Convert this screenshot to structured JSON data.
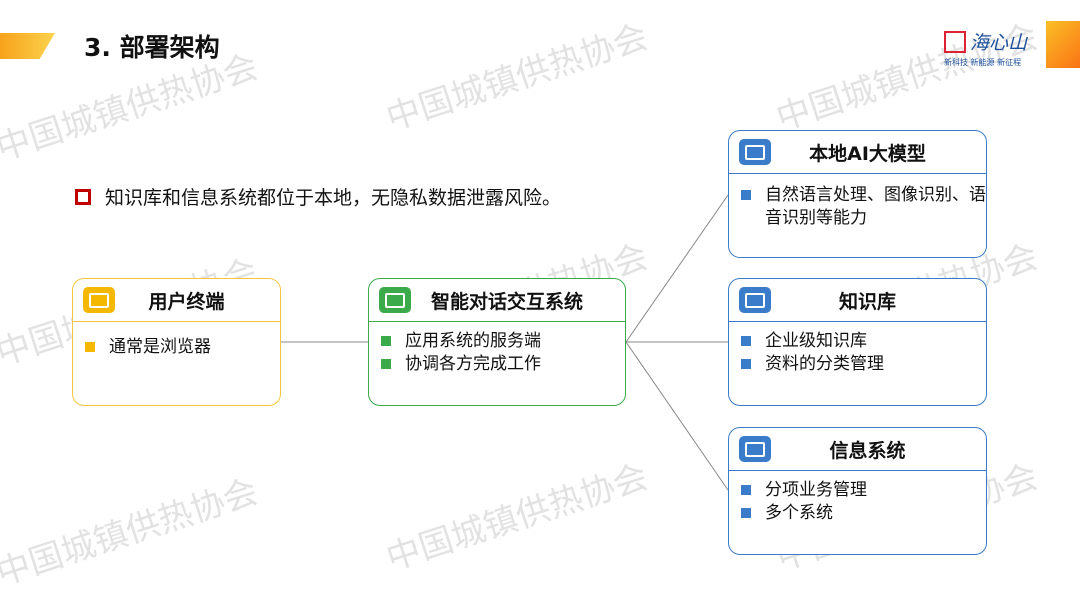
{
  "title": "3. 部署架构",
  "watermark": "中国城镇供热协会",
  "logo": {
    "name": "海心山",
    "slogan": "新科技 新能源 新征程"
  },
  "main_point": "知识库和信息系统都位于本地，无隐私数据泄露风险。",
  "colors": {
    "accent": "#f7a21b",
    "red": "#c00000",
    "yellow": "#f5b800",
    "green": "#3aaa4a",
    "blue": "#3a7cc9"
  },
  "cards": {
    "user": {
      "title": "用户终端",
      "items": [
        "通常是浏览器"
      ]
    },
    "dialog": {
      "title": "智能对话交互系统",
      "items": [
        "应用系统的服务端",
        "协调各方完成工作"
      ]
    },
    "ai": {
      "title": "本地AI大模型",
      "items": [
        "自然语言处理、图像识别、语音识别等能力"
      ]
    },
    "kb": {
      "title": "知识库",
      "items": [
        "企业级知识库",
        "资料的分类管理"
      ]
    },
    "info": {
      "title": "信息系统",
      "items": [
        "分项业务管理",
        "多个系统"
      ]
    }
  }
}
